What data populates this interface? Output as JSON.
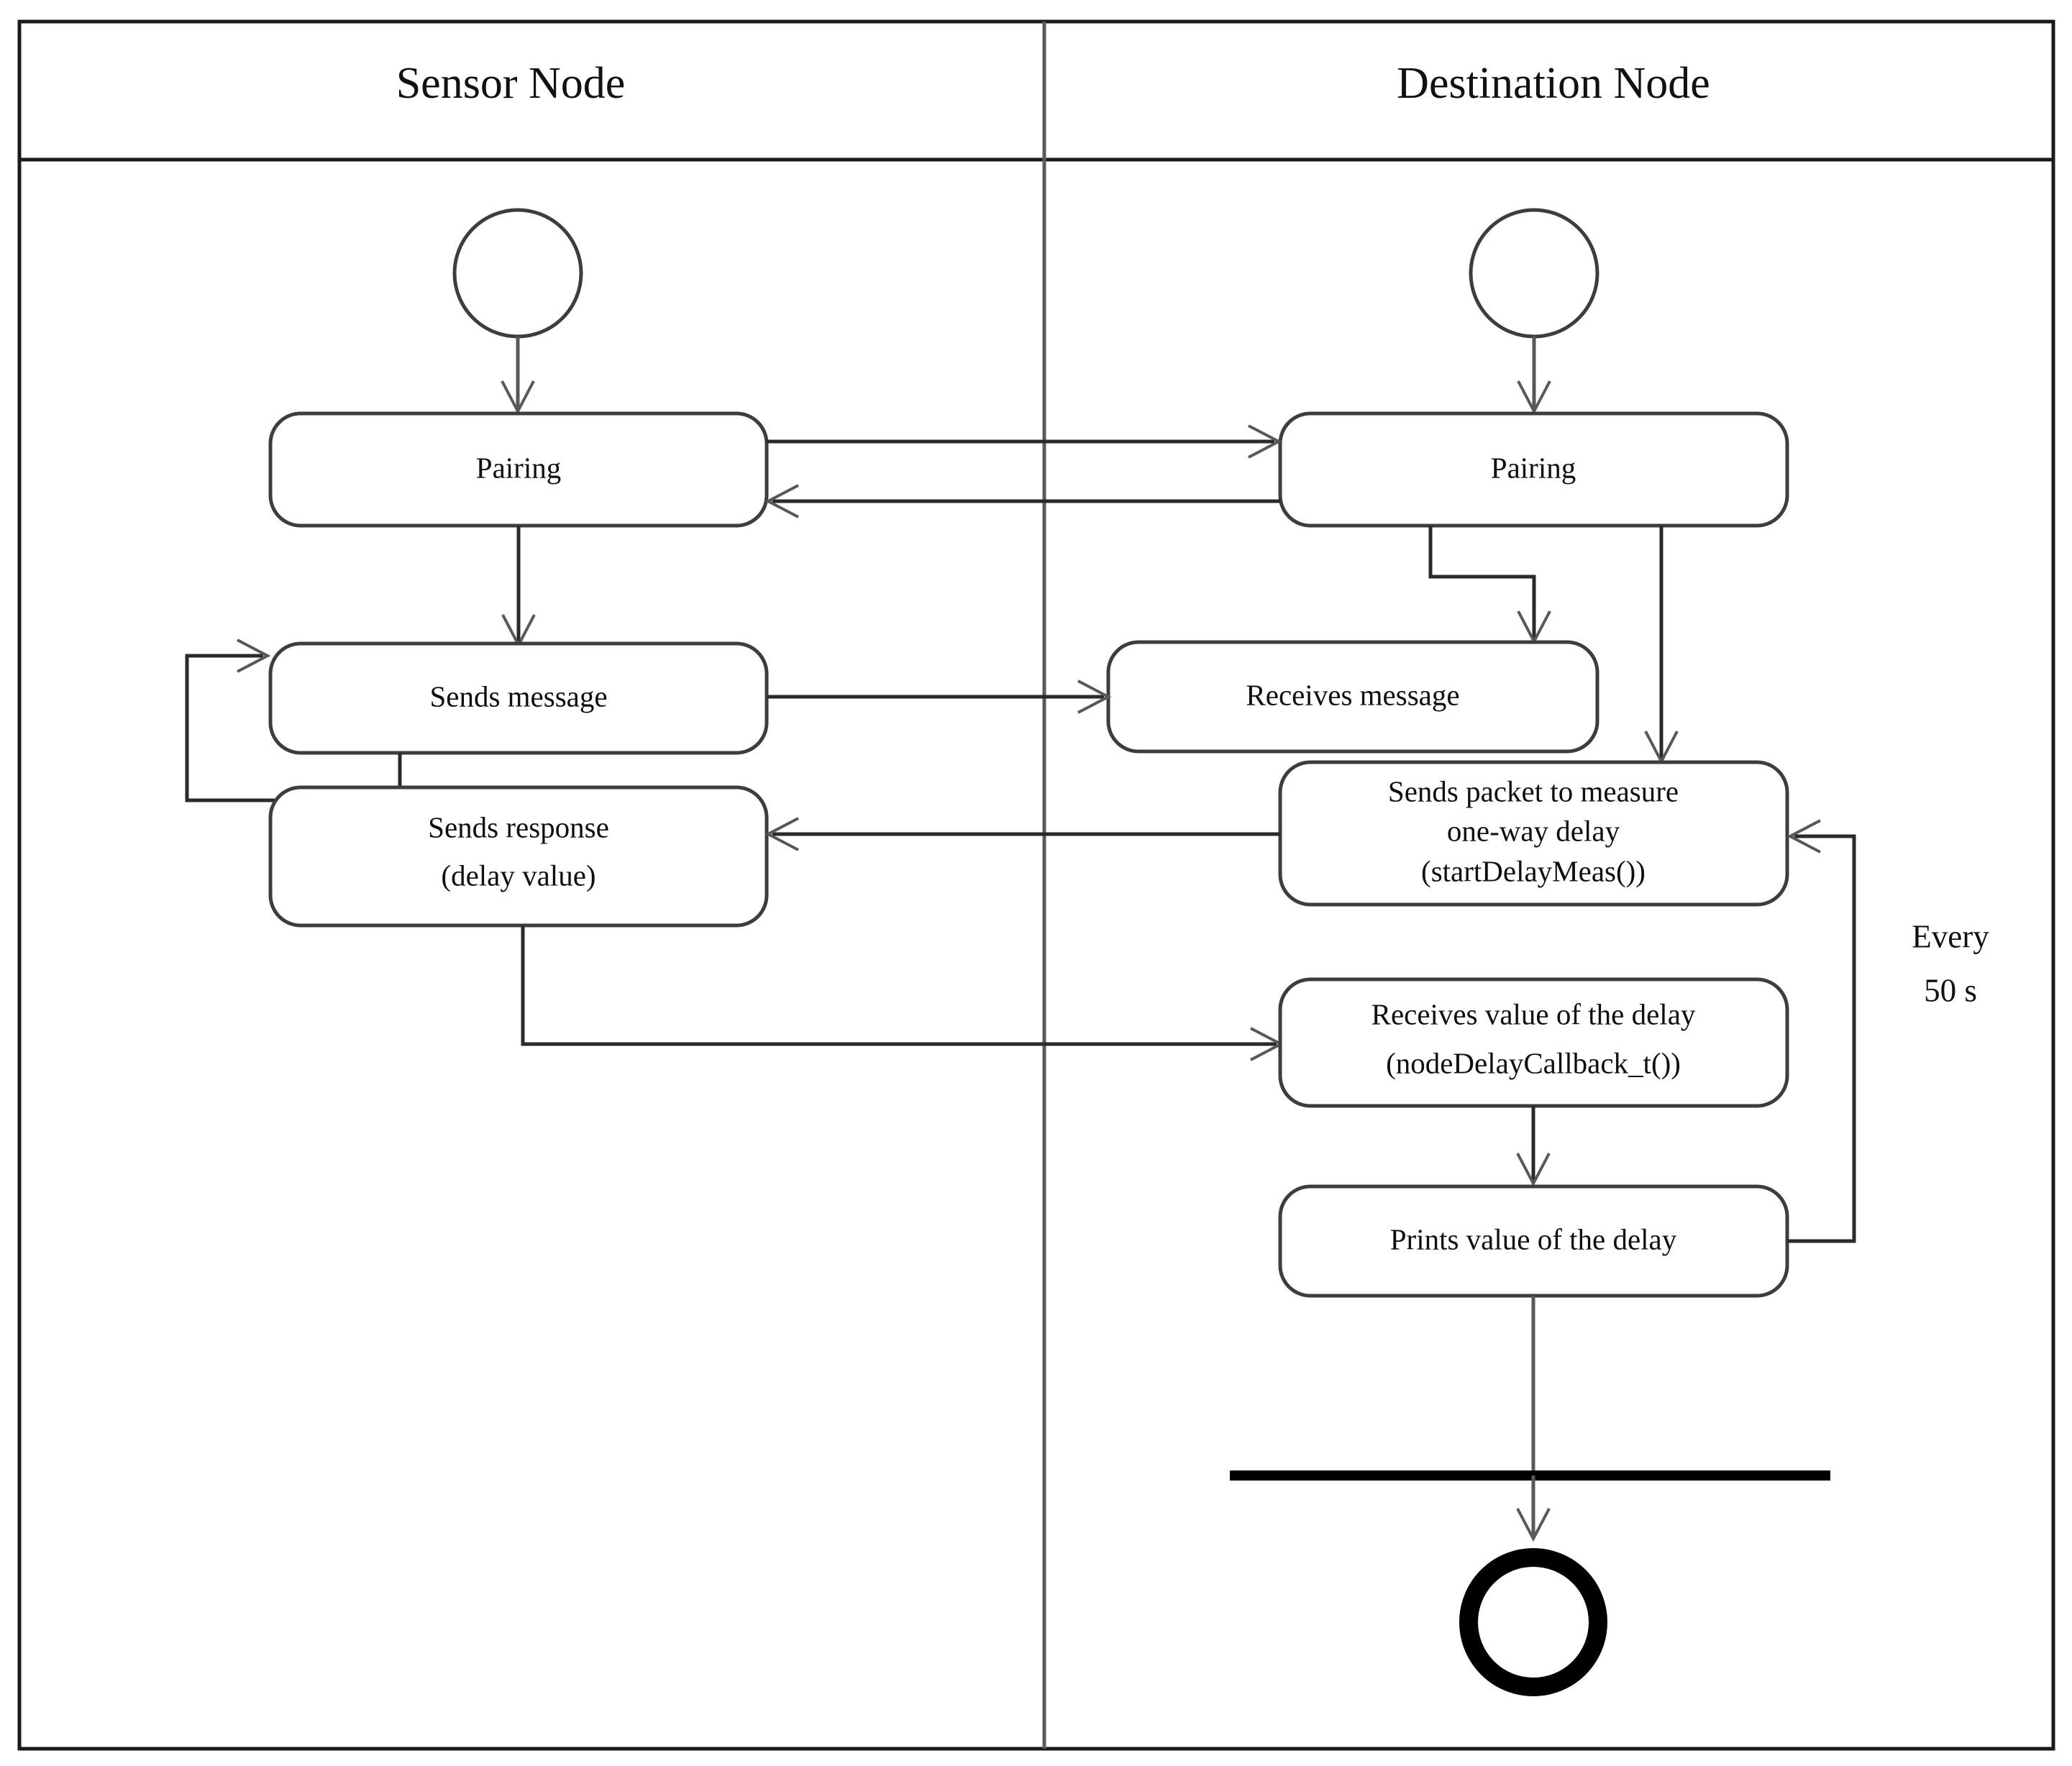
{
  "diagram": {
    "type": "uml-activity-diagram",
    "title_bar": {
      "lanes": [
        {
          "name": "sensor-node",
          "label": "Sensor Node"
        },
        {
          "name": "destination-node",
          "label": "Destination Node"
        }
      ]
    },
    "nodes": {
      "sensor_start": {
        "kind": "initial-node",
        "label": ""
      },
      "sensor_pairing": {
        "kind": "action",
        "label": "Pairing"
      },
      "sensor_sends_message": {
        "kind": "action",
        "label": "Sends message"
      },
      "sensor_sends_response_l1": {
        "kind": "action",
        "label": "Sends response"
      },
      "sensor_sends_response_l2": {
        "kind": "action",
        "label": "(delay value)"
      },
      "dest_start": {
        "kind": "initial-node",
        "label": ""
      },
      "dest_pairing": {
        "kind": "action",
        "label": "Pairing"
      },
      "dest_receives_message": {
        "kind": "action",
        "label": "Receives message"
      },
      "dest_sends_packet_l1": {
        "kind": "action",
        "label": "Sends packet to measure"
      },
      "dest_sends_packet_l2": {
        "kind": "action",
        "label": "one-way delay"
      },
      "dest_sends_packet_l3": {
        "kind": "action",
        "label": "(startDelayMeas())"
      },
      "dest_receives_value_l1": {
        "kind": "action",
        "label": "Receives value of the delay"
      },
      "dest_receives_value_l2": {
        "kind": "action",
        "label": "(nodeDelayCallback_t())"
      },
      "dest_prints_value": {
        "kind": "action",
        "label": "Prints value of the delay"
      },
      "dest_flow_final_bar": {
        "kind": "flow-final-bar",
        "label": ""
      },
      "dest_final": {
        "kind": "final-node",
        "label": ""
      }
    },
    "annotations": [
      {
        "name": "loop-period-note",
        "line1": "Every",
        "line2": "50 s"
      }
    ],
    "colors": {
      "frame": "#1a1a1a",
      "divider": "#5a5a5a",
      "box_stroke": "#3d3d3d",
      "flow": "#585858",
      "text": "#0f0f0f",
      "background": "#ffffff",
      "final_node": "#000000"
    }
  }
}
